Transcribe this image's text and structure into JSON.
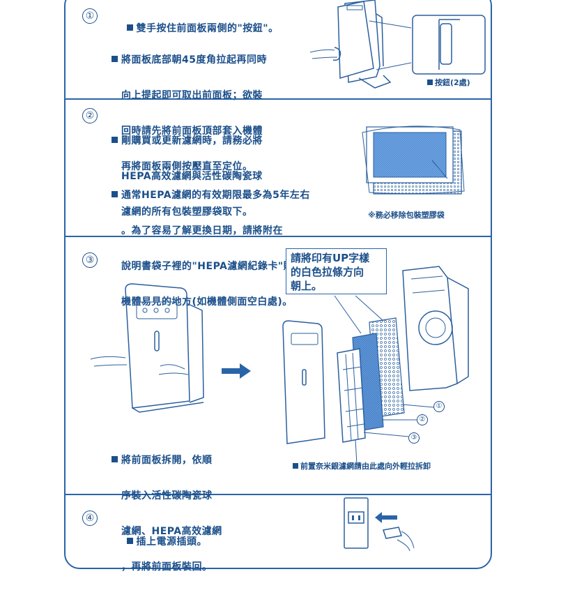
{
  "steps": [
    {
      "number": "①",
      "bullets": [
        {
          "lines": [
            "雙手按住前面板兩側的\"按鈕\"。"
          ]
        },
        {
          "lines": [
            "將面板底部朝45度角拉起再同時",
            "向上提起即可取出前面板；欲裝",
            "回時請先將前面板頂部套入機體",
            "再將面板兩側按壓直至定位。"
          ]
        }
      ],
      "caption": "按鈕(2處)"
    },
    {
      "number": "②",
      "bullets": [
        {
          "lines": [
            "剛購買或更新濾網時，請務必將",
            "HEPA高效濾網與活性碳陶瓷球",
            "濾網的所有包裝塑膠袋取下。"
          ]
        },
        {
          "lines": [
            "通常HEPA濾網的有效期限最多為5年左右",
            "。為了容易了解更換日期，請將附在",
            "說明書袋子裡的\"HEPA濾網紀錄卡\"貼在",
            "機體易見的地方(如機體側面空白處)。"
          ]
        }
      ],
      "caption": "※務必移除包裝塑膠袋"
    },
    {
      "number": "③",
      "callout": [
        "請將印有UP字樣",
        "的白色拉條方向",
        "朝上。"
      ],
      "bullets": [
        {
          "lines": [
            "將前面板拆開，依順",
            "序裝入活性碳陶瓷球",
            "濾網、HEPA高效濾網",
            "，再將前面板裝回。"
          ]
        }
      ],
      "labels": [
        "①",
        "②",
        "③"
      ],
      "caption": "前置奈米銀濾網請由此處向外輕拉拆卸"
    },
    {
      "number": "④",
      "bullets": [
        {
          "lines": [
            "插上電源插頭。"
          ]
        }
      ]
    }
  ],
  "colors": {
    "line": "#2a64a8",
    "text": "#1b4f8a",
    "filter": "#3f7fd0"
  }
}
